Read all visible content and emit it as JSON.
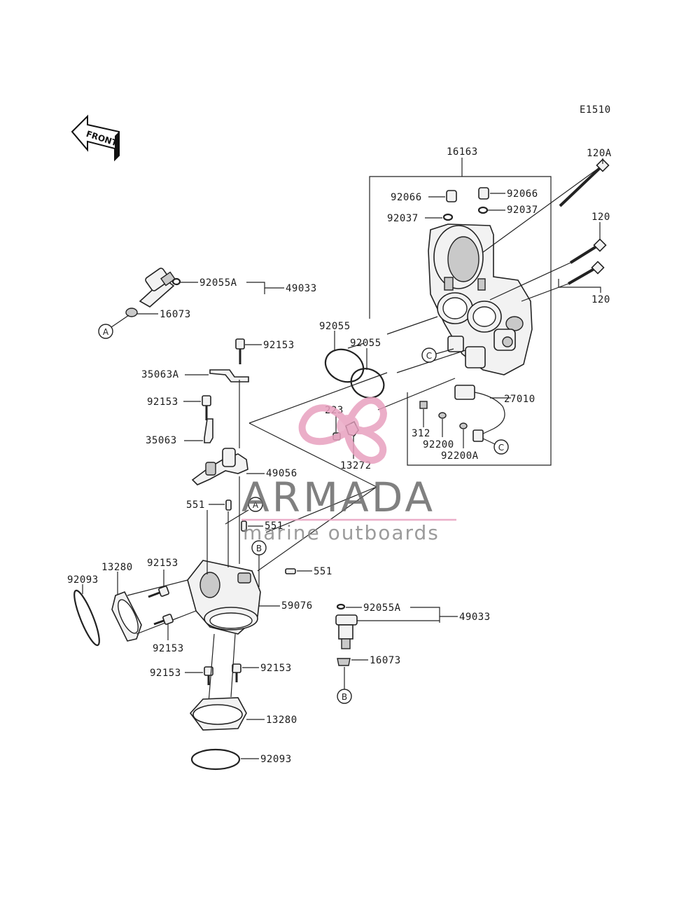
{
  "diagram_code": "E1510",
  "front_arrow": {
    "text": "FRONT",
    "icon": "front-arrow-icon"
  },
  "watermark": {
    "brand": "ARMADA",
    "tagline": "marine outboards",
    "accent_color": "#e8a0bf"
  },
  "callout_letters": {
    "a": "A",
    "b": "B",
    "c": "C"
  },
  "labels": {
    "p16163": "16163",
    "p120A": "120A",
    "p120_top": "120",
    "p120_bottom": "120",
    "p92066_left": "92066",
    "p92066_right": "92066",
    "p92037_left": "92037",
    "p92037_right": "92037",
    "p92055A_top": "92055A",
    "p49033_top": "49033",
    "p16073_top": "16073",
    "p92055_a": "92055",
    "p92055_b": "92055",
    "p92153_a": "92153",
    "p35063A": "35063A",
    "p92153_b": "92153",
    "p35063": "35063",
    "p49056": "49056",
    "p27010": "27010",
    "p223": "223",
    "p13272": "13272",
    "p312": "312",
    "p92200": "92200",
    "p92200A": "92200A",
    "p551_a": "551",
    "p551_b": "551",
    "p551_c": "551",
    "p13280_top": "13280",
    "p92153_c": "92153",
    "p92093_left": "92093",
    "p59076": "59076",
    "p92055A_bottom": "92055A",
    "p49033_bottom": "49033",
    "p92153_d": "92153",
    "p16073_bottom": "16073",
    "p92153_e": "92153",
    "p92153_f": "92153",
    "p13280_bottom": "13280",
    "p92093_bottom": "92093"
  }
}
